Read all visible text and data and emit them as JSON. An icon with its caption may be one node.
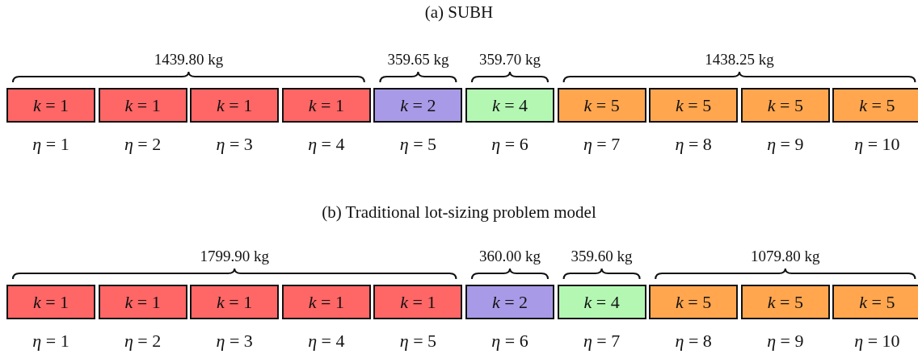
{
  "diagram": {
    "nodes": [
      {
        "text": [
          "*k* = 1"
        ],
        "beside": [
          "*η* = 1"
        ]
      },
      {
        "text": [
          "*k* = 1"
        ],
        "beside": [
          "*η* = 2"
        ]
      },
      {
        "text": [
          "*k* = 1"
        ],
        "beside": [
          "*η* = 3"
        ]
      },
      {
        "text": [
          "*k* = 1"
        ],
        "beside": [
          "*η* = 4"
        ]
      },
      {
        "text": [
          "*k* = 2"
        ],
        "beside": [
          "*η* = 5"
        ]
      },
      {
        "text": [
          "*k* = 4"
        ],
        "beside": [
          "*η* = 6"
        ]
      },
      {
        "text": [
          "*k* = 5"
        ],
        "beside": [
          "*η* = 7"
        ]
      },
      {
        "text": [
          "*k* = 5"
        ],
        "beside": [
          "*η* = 8"
        ]
      },
      {
        "text": [
          "*k* = 5"
        ],
        "beside": [
          "*η* = 9"
        ]
      },
      {
        "text": [
          "*k* = 5"
        ],
        "beside": [
          "*η* = 10"
        ]
      },
      {
        "text": [
          "*k* = 1"
        ],
        "beside": [
          "*η* = 1"
        ]
      },
      {
        "text": [
          "*k* = 1"
        ],
        "beside": [
          "*η* = 2"
        ]
      },
      {
        "text": [
          "*k* = 1"
        ],
        "beside": [
          "*η* = 3"
        ]
      },
      {
        "text": [
          "*k* = 1"
        ],
        "beside": [
          "*η* = 4"
        ]
      },
      {
        "text": [
          "*k* = 1"
        ],
        "beside": [
          "*η* = 5"
        ]
      },
      {
        "text": [
          "*k* = 2"
        ],
        "beside": [
          "*η* = 6"
        ]
      },
      {
        "text": [
          "*k* = 4"
        ],
        "beside": [
          "*η* = 7"
        ]
      },
      {
        "text": [
          "*k* = 5"
        ],
        "beside": [
          "*η* = 8"
        ]
      },
      {
        "text": [
          "*k* = 5"
        ],
        "beside": [
          "*η* = 9"
        ]
      },
      {
        "text": [
          "*k* = 5"
        ],
        "beside": [
          "*η* = 10"
        ]
      }
    ],
    "labels": [
      "(a) SUBH",
      "1439.80 kg",
      "359.65 kg",
      "359.70 kg",
      "1438.25 kg",
      "(b) Traditional lot-sizing problem model",
      "1799.90 kg",
      "360.00 kg",
      "359.60 kg",
      "1079.80 kg"
    ]
  }
}
